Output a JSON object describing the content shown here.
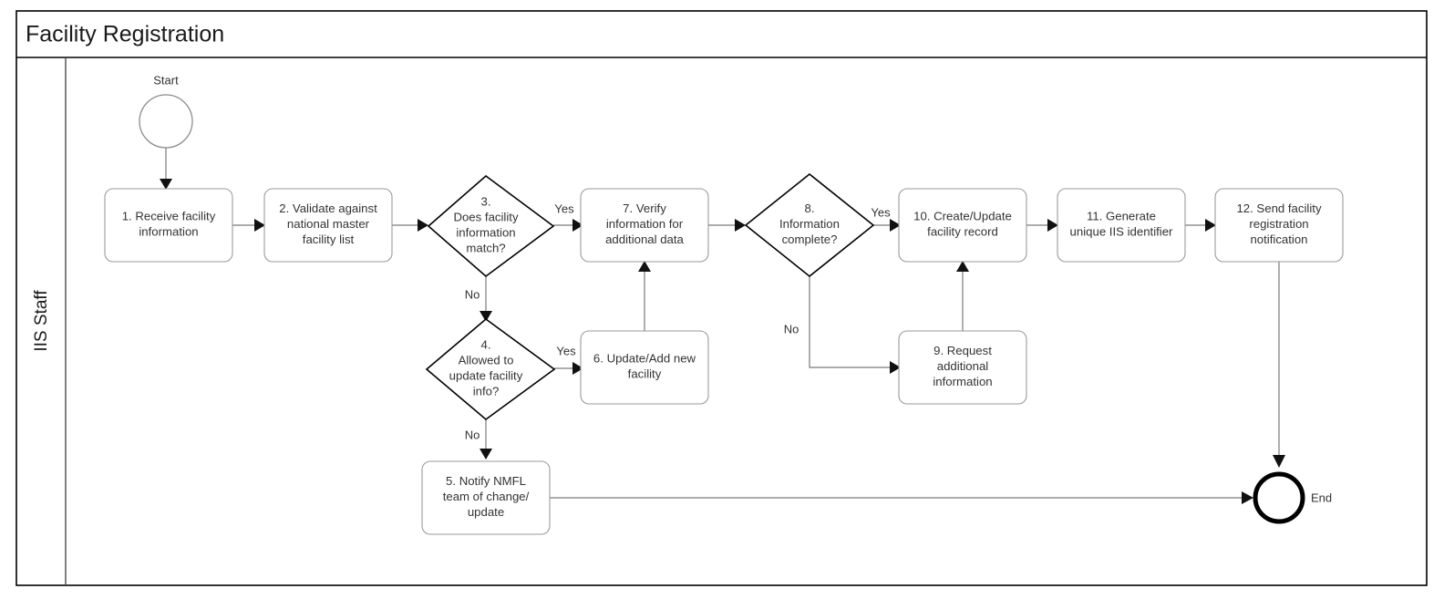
{
  "pool": {
    "title": "Facility Registration",
    "lane_label": "IIS Staff"
  },
  "markers": {
    "start_label": "Start",
    "end_label": "End"
  },
  "nodes": [
    {
      "id": "n1",
      "type": "task",
      "label": "1. Receive facility\ninformation"
    },
    {
      "id": "n2",
      "type": "task",
      "label": "2. Validate against\nnational master\nfacility list"
    },
    {
      "id": "n3",
      "type": "decision",
      "label": "3.\nDoes facility\ninformation\nmatch?"
    },
    {
      "id": "n4",
      "type": "decision",
      "label": "4.\nAllowed to\nupdate facility\ninfo?"
    },
    {
      "id": "n5",
      "type": "task",
      "label": "5. Notify NMFL\nteam of change/\nupdate"
    },
    {
      "id": "n6",
      "type": "task",
      "label": "6. Update/Add new\nfacility"
    },
    {
      "id": "n7",
      "type": "task",
      "label": "7. Verify\ninformation for\nadditional data"
    },
    {
      "id": "n8",
      "type": "decision",
      "label": "8.\nInformation\ncomplete?"
    },
    {
      "id": "n9",
      "type": "task",
      "label": "9. Request\nadditional\ninformation"
    },
    {
      "id": "n10",
      "type": "task",
      "label": "10. Create/Update\nfacility record"
    },
    {
      "id": "n11",
      "type": "task",
      "label": "11. Generate\nunique IIS identifier"
    },
    {
      "id": "n12",
      "type": "task",
      "label": "12. Send facility\nregistration\nnotification"
    }
  ],
  "edge_labels": {
    "e3_yes": "Yes",
    "e3_no": "No",
    "e4_yes": "Yes",
    "e4_no": "No",
    "e8_yes": "Yes",
    "e8_no": "No"
  },
  "colors": {
    "pool_border": "#000000",
    "task_border": "#9a9a9a",
    "decision_border": "#000000",
    "connector": "#7a7a7a",
    "arrowhead": "#111111",
    "text": "#333333",
    "background": "#ffffff"
  }
}
